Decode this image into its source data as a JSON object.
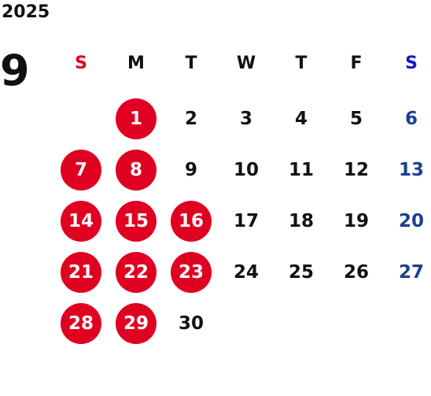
{
  "calendar": {
    "year": "2025",
    "month": "9",
    "colors": {
      "sunday_header": "#e00022",
      "saturday_header": "#1515d4",
      "saturday_date": "#1c3f94",
      "holiday_fill": "#e00022",
      "default_text": "#111111"
    },
    "weekdays": [
      "S",
      "M",
      "T",
      "W",
      "T",
      "F",
      "S"
    ],
    "first_weekday_index": 1,
    "days": [
      {
        "day": "1",
        "highlight": true
      },
      {
        "day": "2",
        "highlight": false
      },
      {
        "day": "3",
        "highlight": false
      },
      {
        "day": "4",
        "highlight": false
      },
      {
        "day": "5",
        "highlight": false
      },
      {
        "day": "6",
        "highlight": false
      },
      {
        "day": "7",
        "highlight": true
      },
      {
        "day": "8",
        "highlight": true
      },
      {
        "day": "9",
        "highlight": false
      },
      {
        "day": "10",
        "highlight": false
      },
      {
        "day": "11",
        "highlight": false
      },
      {
        "day": "12",
        "highlight": false
      },
      {
        "day": "13",
        "highlight": false
      },
      {
        "day": "14",
        "highlight": true
      },
      {
        "day": "15",
        "highlight": true
      },
      {
        "day": "16",
        "highlight": true
      },
      {
        "day": "17",
        "highlight": false
      },
      {
        "day": "18",
        "highlight": false
      },
      {
        "day": "19",
        "highlight": false
      },
      {
        "day": "20",
        "highlight": false
      },
      {
        "day": "21",
        "highlight": true
      },
      {
        "day": "22",
        "highlight": true
      },
      {
        "day": "23",
        "highlight": true
      },
      {
        "day": "24",
        "highlight": false
      },
      {
        "day": "25",
        "highlight": false
      },
      {
        "day": "26",
        "highlight": false
      },
      {
        "day": "27",
        "highlight": false
      },
      {
        "day": "28",
        "highlight": true
      },
      {
        "day": "29",
        "highlight": true
      },
      {
        "day": "30",
        "highlight": false
      }
    ]
  }
}
